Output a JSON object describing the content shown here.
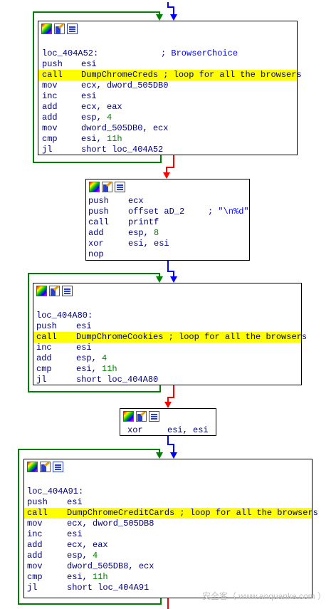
{
  "blocks": [
    {
      "id": "b1",
      "lines": [
        {
          "label": "loc_404A52:",
          "comment": "; BrowserChoice"
        },
        {
          "mn": "push",
          "op": "esi"
        },
        {
          "mn": "call",
          "op": "DumpChromeCreds ; loop for all the browsers",
          "hl": true
        },
        {
          "mn": "mov",
          "op": "ecx, dword_505DB0"
        },
        {
          "mn": "inc",
          "op": "esi"
        },
        {
          "mn": "add",
          "op": "ecx, eax"
        },
        {
          "mn": "add",
          "op": "esp, 4"
        },
        {
          "mn": "mov",
          "op": "dword_505DB0, ecx"
        },
        {
          "mn": "cmp",
          "op": "esi, 11h"
        },
        {
          "mn": "jl",
          "op": "short loc_404A52"
        }
      ]
    },
    {
      "id": "b2",
      "lines": [
        {
          "mn": "push",
          "op": "ecx"
        },
        {
          "mn": "push",
          "op": "offset aD_2",
          "comment": "; \"\\n%d\""
        },
        {
          "mn": "call",
          "op": "printf"
        },
        {
          "mn": "add",
          "op": "esp, 8"
        },
        {
          "mn": "xor",
          "op": "esi, esi"
        },
        {
          "mn": "nop",
          "op": ""
        }
      ]
    },
    {
      "id": "b3",
      "lines": [
        {
          "label": "loc_404A80:"
        },
        {
          "mn": "push",
          "op": "esi"
        },
        {
          "mn": "call",
          "op": "DumpChromeCookies ; loop for all the browsers",
          "hl": true
        },
        {
          "mn": "inc",
          "op": "esi"
        },
        {
          "mn": "add",
          "op": "esp, 4"
        },
        {
          "mn": "cmp",
          "op": "esi, 11h"
        },
        {
          "mn": "jl",
          "op": "short loc_404A80"
        }
      ]
    },
    {
      "id": "b4",
      "lines": [
        {
          "mn": "xor",
          "op": "esi, esi"
        }
      ]
    },
    {
      "id": "b5",
      "lines": [
        {
          "label": "loc_404A91:"
        },
        {
          "mn": "push",
          "op": "esi"
        },
        {
          "mn": "call",
          "op": "DumpChromeCreditCards ; loop for all the browsers",
          "hl": true
        },
        {
          "mn": "mov",
          "op": "ecx, dword_505DB8"
        },
        {
          "mn": "inc",
          "op": "esi"
        },
        {
          "mn": "add",
          "op": "ecx, eax"
        },
        {
          "mn": "add",
          "op": "esp, 4"
        },
        {
          "mn": "mov",
          "op": "dword_505DB8, ecx"
        },
        {
          "mn": "cmp",
          "op": "esi, 11h"
        },
        {
          "mn": "jl",
          "op": "short loc_404A91"
        }
      ]
    }
  ],
  "header_icons": [
    "graph-overview-icon",
    "color-node-icon",
    "text-view-icon"
  ],
  "colors": {
    "highlight": "#ffff00",
    "text": "#000080",
    "comment": "#0000ff",
    "number": "#008000",
    "edge_true": "#008000",
    "edge_false": "#ff0000",
    "edge_flow": "#0000ff"
  },
  "watermark": "安全客（ www.anquanke.com ）"
}
